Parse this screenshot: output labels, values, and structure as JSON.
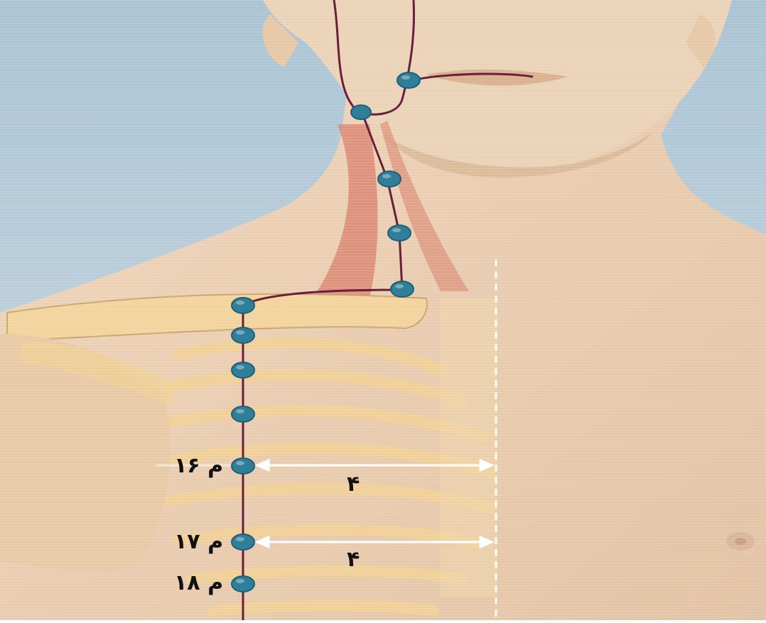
{
  "figure": {
    "colors": {
      "background_sky": "#b9cdd8",
      "skin": "#e9cdb0",
      "bone": "#f2d39b",
      "muscle": "#d9826a",
      "meridian_line": "#6a1e3c",
      "acupoint": "#2f7f99",
      "arrow": "#ffffff",
      "midline": "#ffffff"
    },
    "labels": {
      "point_16": "م ۱۶",
      "point_17": "م ۱۷",
      "point_18": "م ۱۸",
      "distance_16": "۴",
      "distance_17": "۴"
    }
  }
}
